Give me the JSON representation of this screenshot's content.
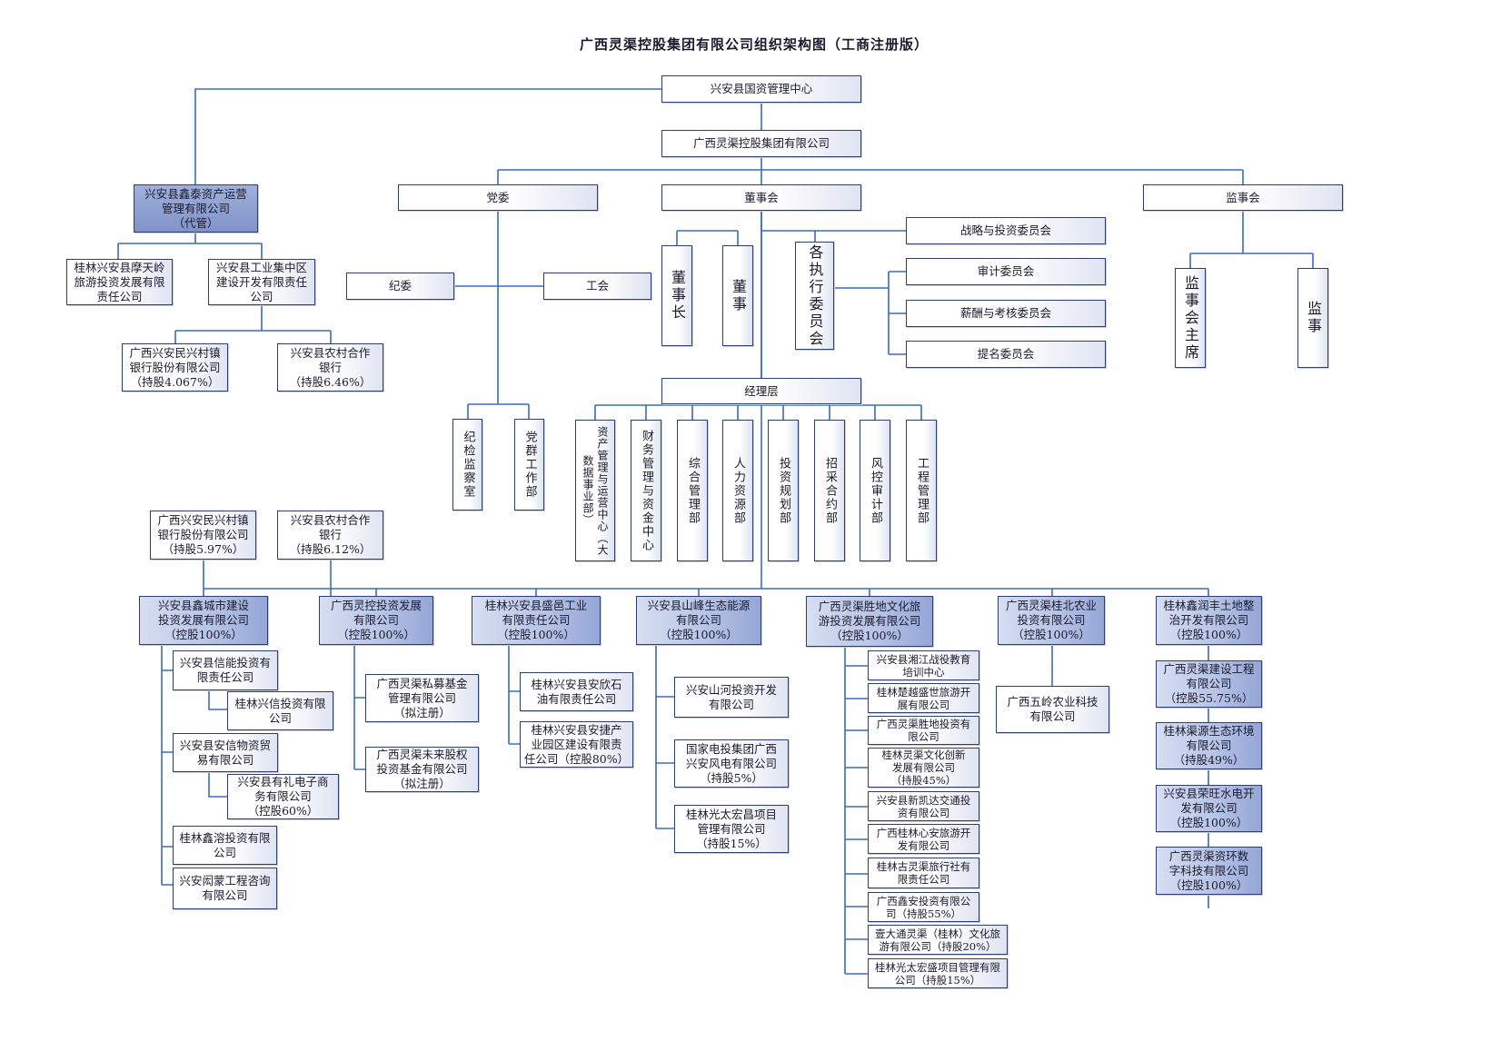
{
  "title": "广西灵渠控股集团有限公司组织架构图（工商注册版）",
  "top": {
    "center": "兴安县国资管理中心",
    "group": "广西灵渠控股集团有限公司"
  },
  "left_branch": {
    "xintai": "兴安县鑫泰资产运营\n管理有限公司\n（代管）",
    "motianling": "桂林兴安县摩天岭\n旅游投资发展有限\n责任公司",
    "industrial": "兴安县工业集中区\n建设开发有限责任\n公司",
    "minsheng_bank": "广西兴安民兴村镇\n银行股份有限公司\n（持股4.067%）",
    "rural_bank": "兴安县农村合作\n银行\n（持股6.46%）"
  },
  "party": {
    "dangwei": "党委",
    "jiwei": "纪委",
    "gonghui": "工会",
    "jijian": "纪检监察室",
    "dangqun": "党群工作部"
  },
  "board": {
    "dongshihui": "董事会",
    "chairman": "董事长",
    "director": "董事",
    "executive_committees": "各执行委员会",
    "committees": [
      "战略与投资委员会",
      "审计委员会",
      "薪酬与考核委员会",
      "提名委员会"
    ]
  },
  "supervisory": {
    "jianshihui": "监事会",
    "chair": "监事会主席",
    "supervisor": "监事"
  },
  "management": {
    "label": "经理层",
    "depts": [
      "资产管理与运营中心（大数据事业部）",
      "财务管理与资金中心",
      "综合管理部",
      "人力资源部",
      "投资规划部",
      "招采合约部",
      "风控审计部",
      "工程管理部"
    ]
  },
  "holdings": {
    "minsheng_bank2": "广西兴安民兴村镇\n银行股份有限公司\n（持股5.97%）",
    "rural_bank2": "兴安县农村合作\n银行\n（持股6.12%）"
  },
  "subsidiaries": [
    {
      "name": "兴安县鑫城市建设\n投资发展有限公司\n（控股100%）",
      "children": [
        "兴安县信能投资有\n限责任公司",
        "桂林兴信投资有限\n公司",
        "兴安县安信物资贸\n易有限公司",
        "兴安县有礼电子商\n务有限公司\n（控股60%）",
        "桂林鑫溶投资有限\n公司",
        "兴安闳蒙工程咨询\n有限公司"
      ]
    },
    {
      "name": "广西灵控投资发展\n有限公司\n（控股100%）",
      "children": [
        "广西灵渠私募基金\n管理有限公司\n（拟注册）",
        "广西灵渠未来股权\n投资基金有限公司\n（拟注册）"
      ]
    },
    {
      "name": "桂林兴安县盛邑工业\n有限责任公司\n（控股100%）",
      "children": [
        "桂林兴安县安欣石\n油有限责任公司",
        "桂林兴安县安捷产\n业园区建设有限责\n任公司（控股80%）"
      ]
    },
    {
      "name": "兴安县山峰生态能源\n有限公司\n（控股100%）",
      "children": [
        "兴安山河投资开发\n有限公司",
        "国家电投集团广西\n兴安风电有限公司\n（持股5%）",
        "桂林光太宏昌项目\n管理有限公司\n（持股15%）"
      ]
    },
    {
      "name": "广西灵渠胜地文化旅\n游投资发展有限公司\n（控股100%）",
      "children": [
        "兴安县湘江战役教育\n培训中心",
        "桂林楚越盛世旅游开\n展有限公司",
        "广西灵渠胜地投资有\n限公司",
        "桂林灵渠文化创新\n发展有限公司\n（持股45%）",
        "兴安县新凯达交通投\n资有限公司",
        "广西桂林心安旅游开\n发有限公司",
        "桂林古灵渠旅行社有\n限责任公司",
        "广西鑫安投资有限公\n司（持股55%）",
        "壹大通灵渠（桂林）文化旅\n游有限公司（持股20%）",
        "桂林光太宏盛项目管理有限\n公司（持股15%）"
      ]
    },
    {
      "name": "广西灵渠桂北农业\n投资有限公司\n（控股100%）",
      "children": [
        "广西五岭农业科技\n有限公司"
      ]
    },
    {
      "name": "桂林鑫润丰土地整\n治开发有限公司\n（控股100%）",
      "children": [
        "广西灵渠建设工程\n有限公司\n（控股55.75%）",
        "桂林渠源生态环境\n有限公司\n（持股49%）",
        "兴安县荣旺水电开\n发有限公司\n（控股100%）",
        "广西灵渠资环数\n字科技有限公司\n（控股100%）"
      ]
    }
  ]
}
